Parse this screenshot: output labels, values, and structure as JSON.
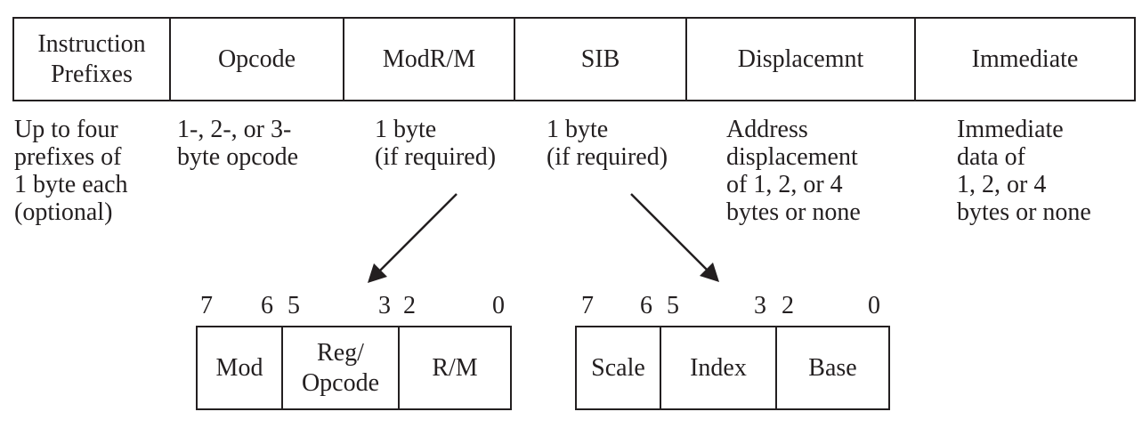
{
  "fields": [
    {
      "label": "Instruction\nPrefixes",
      "description": "Up to four\nprefixes of\n1 byte each\n(optional)"
    },
    {
      "label": "Opcode",
      "description": "1-, 2-, or 3-\nbyte opcode"
    },
    {
      "label": "ModR/M",
      "description": "1 byte\n(if required)"
    },
    {
      "label": "SIB",
      "description": "1 byte\n(if required)"
    },
    {
      "label": "Displacemnt",
      "description": "Address\ndisplacement\nof 1, 2, or 4\nbytes or none"
    },
    {
      "label": "Immediate",
      "description": "Immediate\ndata of\n1, 2, or 4\nbytes or none"
    }
  ],
  "modrm": {
    "bits": [
      "7",
      "6",
      "5",
      "3",
      "2",
      "0"
    ],
    "fields": [
      "Mod",
      "Reg/\nOpcode",
      "R/M"
    ]
  },
  "sib": {
    "bits": [
      "7",
      "6",
      "5",
      "3",
      "2",
      "0"
    ],
    "fields": [
      "Scale",
      "Index",
      "Base"
    ]
  }
}
